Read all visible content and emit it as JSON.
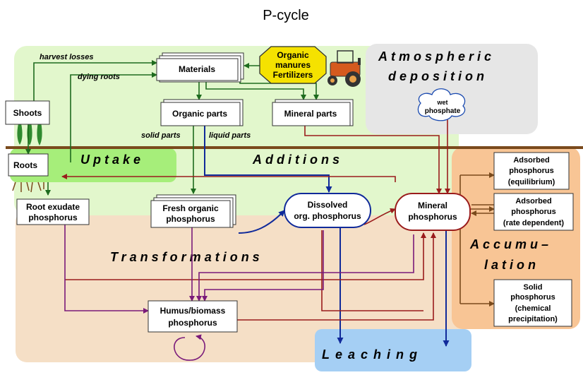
{
  "title": "P-cycle",
  "zones": {
    "uptake": "Uptake",
    "additions": "Additions",
    "atmospheric_1": "Atmospheric",
    "atmospheric_2": "deposition",
    "transformations": "Transformations",
    "accumulation_1": "Accumu–",
    "accumulation_2": "lation",
    "leaching": "Leaching"
  },
  "nodes": {
    "materials": "Materials",
    "organic_parts": "Organic parts",
    "mineral_parts": "Mineral parts",
    "shoots": "Shoots",
    "roots": "Roots",
    "root_exudate_1": "Root exudate",
    "root_exudate_2": "phosphorus",
    "fresh_organic_1": "Fresh organic",
    "fresh_organic_2": "phosphorus",
    "dissolved_1": "Dissolved",
    "dissolved_2": "org. phosphorus",
    "mineral_p_1": "Mineral",
    "mineral_p_2": "phosphorus",
    "humus_1": "Humus/biomass",
    "humus_2": "phosphorus",
    "adsorbed_eq_1": "Adsorbed",
    "adsorbed_eq_2": "phosphorus",
    "adsorbed_eq_3": "(equilibrium)",
    "adsorbed_rate_1": "Adsorbed",
    "adsorbed_rate_2": "phosphorus",
    "adsorbed_rate_3": "(rate dependent)",
    "solid_1": "Solid",
    "solid_2": "phosphorus",
    "solid_3": "(chemical",
    "solid_4": "precipitation)",
    "organic_manures_1": "Organic",
    "organic_manures_2": "manures",
    "organic_manures_3": "Fertilizers",
    "wet_phosphate_1": "wet",
    "wet_phosphate_2": "phosphate"
  },
  "flow_labels": {
    "harvest_losses": "harvest losses",
    "dying_roots": "dying roots",
    "solid_parts": "solid parts",
    "liquid_parts": "liquid parts"
  },
  "colors": {
    "green_zone": "#e2f7cc",
    "uptake_zone": "#a6ee7a",
    "gray_zone": "#e6e6e6",
    "soil_zone": "#f5dfc6",
    "accum_zone": "#f8c595",
    "leaching_zone": "#a5cff4",
    "ground_line": "#7a4a1c",
    "green_arrow": "#1e6b1e",
    "red_arrow": "#9a1c1c",
    "blue_arrow": "#102a9a",
    "purple_arrow": "#7a1a7a",
    "brown_arrow": "#7a4a1c",
    "manure_fill": "#f5e200"
  }
}
